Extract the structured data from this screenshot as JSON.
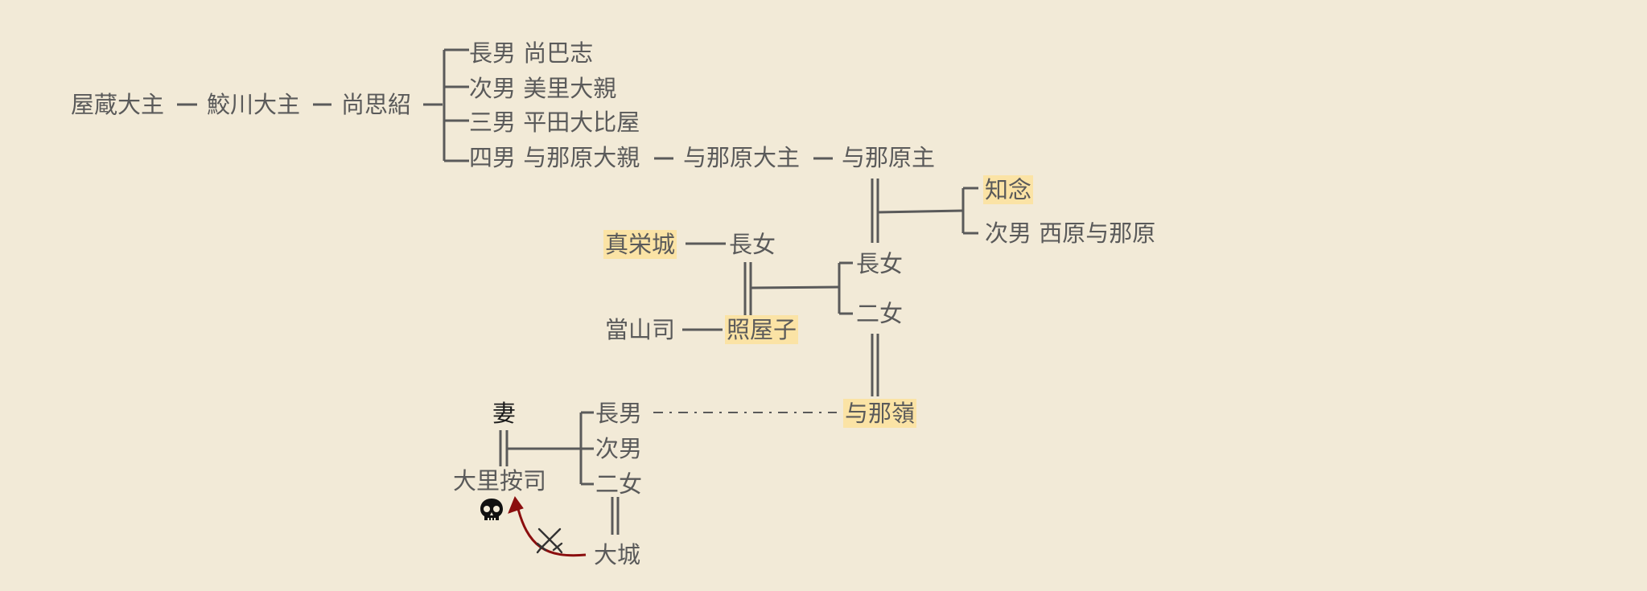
{
  "colors": {
    "background": "#f2ead7",
    "text": "#5a5a5a",
    "line": "#5a5a5a",
    "highlight": "#fbe3a5",
    "arrow": "#8b0e0e"
  },
  "icons": {
    "death": "skull-icon",
    "battle": "crossed-swords-icon"
  },
  "nodes": {
    "yagura": "屋蔵大主",
    "samekawa": "鮫川大主",
    "shoshisho": "尚思紹",
    "dash": "—",
    "son1": "長男 尚巴志",
    "son2": "次男 美里大親",
    "son3": "三男 平田大比屋",
    "son4": "四男 与那原大親",
    "yonabaru_ushi": "与那原大主",
    "yonabaru_nushi": "与那原主",
    "chinen": "知念",
    "nishibaru": "次男 西原与那原",
    "maesashiro": "真栄城",
    "choujo_left": "長女",
    "tounayamashi": "當山司",
    "teruyako": "照屋子",
    "choujo_right": "長女",
    "nijo_right": "二女",
    "yonamine": "与那嶺",
    "tsuma": "妻",
    "osato": "大里按司",
    "choudan": "長男",
    "jinan": "次男",
    "nijo_bottom": "二女",
    "ooshiro": "大城"
  }
}
